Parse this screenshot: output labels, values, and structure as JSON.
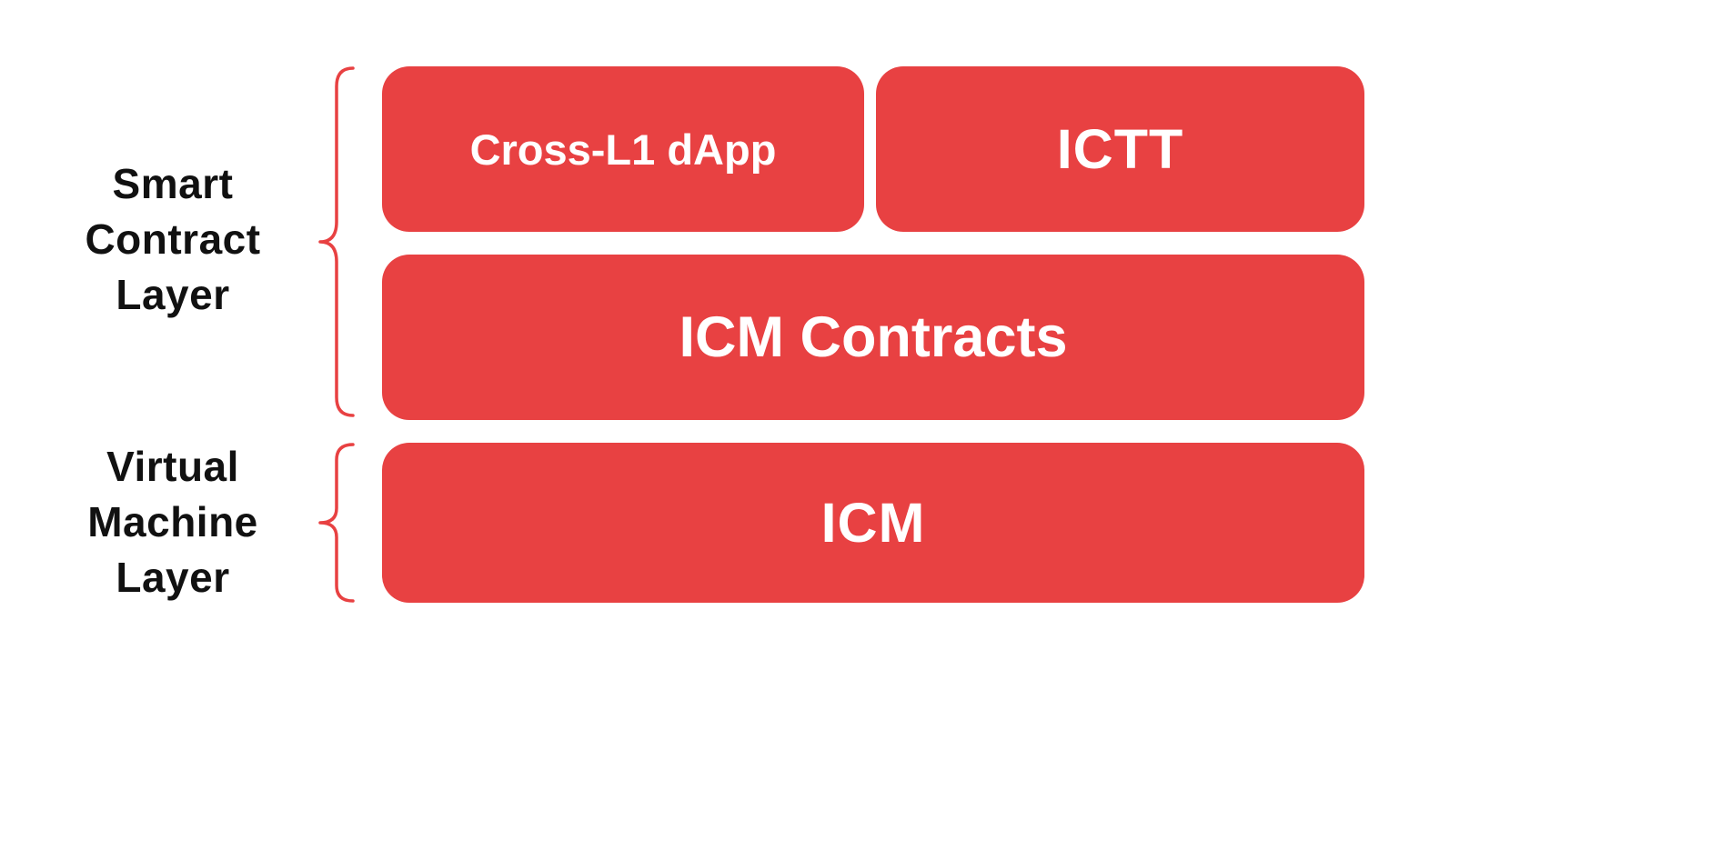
{
  "diagram": {
    "title": "Interchain messaging layered architecture",
    "colors": {
      "box_fill": "#E84142",
      "box_text": "#FFFFFF",
      "label_text": "#111111",
      "brace_stroke": "#E84142",
      "background": "#FFFFFF"
    },
    "labels": {
      "smart_contract": "Smart\nContract\nLayer",
      "virtual_machine": "Virtual\nMachine\nLayer"
    },
    "boxes": {
      "cross_l1_dapp": "Cross-L1 dApp",
      "ictt": "ICTT",
      "icm_contracts": "ICM Contracts",
      "icm": "ICM"
    }
  }
}
